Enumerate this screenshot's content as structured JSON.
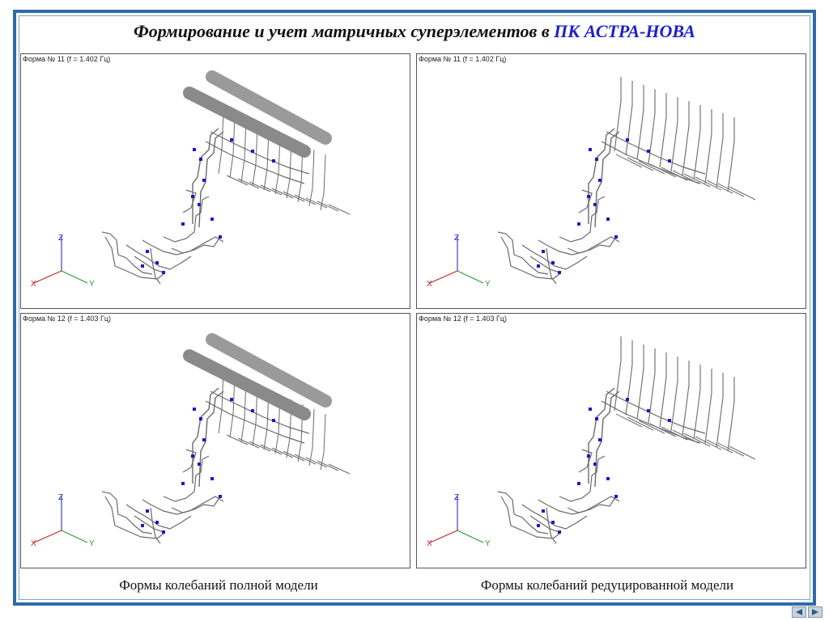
{
  "title": {
    "main": "Формирование и учет матричных суперэлементов в",
    "accent": "ПК АСТРА-НОВА"
  },
  "panels": [
    {
      "label": "Форма № 11 (f = 1.402 Гц)",
      "variant": "full"
    },
    {
      "label": "Форма № 11 (f = 1.402 Гц)",
      "variant": "reduced"
    },
    {
      "label": "Форма № 12 (f = 1.403 Гц)",
      "variant": "full"
    },
    {
      "label": "Форма № 12 (f = 1.403 Гц)",
      "variant": "reduced"
    }
  ],
  "axes": {
    "z": "Z",
    "y": "Y",
    "x": "X"
  },
  "captions": {
    "left": "Формы колебаний полной модели",
    "right": "Формы колебаний редуцированной модели"
  },
  "nav": {
    "prev": "prev-slide-icon",
    "next": "next-slide-icon"
  },
  "colors": {
    "frame": "#2f6aa8",
    "accent": "#1c1ed0",
    "pipe": "#6a6a6a",
    "support": "#1a1ac8"
  }
}
